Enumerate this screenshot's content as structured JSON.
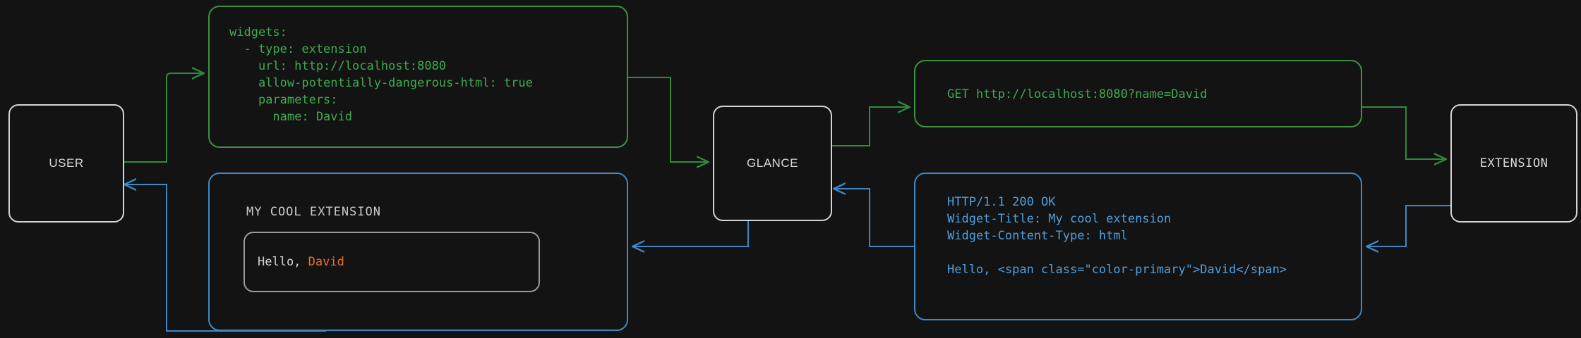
{
  "theme": {
    "background": "#131313",
    "node_border": "#d4d4d4",
    "node_label": "#d8d8d8",
    "request_green": "#3faa4f",
    "request_green_border": "#3d9140",
    "response_blue": "#4f9fe0",
    "response_blue_border": "#3f88c5",
    "accent_orange": "#e8712e",
    "widget_inner_border": "#9a9a9a"
  },
  "nodes": {
    "user": {
      "label": "USER"
    },
    "glance": {
      "label": "GLANCE"
    },
    "extension": {
      "label": "EXTENSION"
    }
  },
  "config_card": {
    "lines": [
      "widgets:",
      "  - type: extension",
      "    url: http://localhost:8080",
      "    allow-potentially-dangerous-html: true",
      "    parameters:",
      "      name: David"
    ]
  },
  "request_card": {
    "lines": [
      "GET http://localhost:8080?name=David"
    ]
  },
  "response_card": {
    "lines": [
      "HTTP/1.1 200 OK",
      "Widget-Title: My cool extension",
      "Widget-Content-Type: html",
      "",
      "Hello, <span class=\"color-primary\">David</span>"
    ]
  },
  "widget_preview": {
    "title": "MY COOL EXTENSION",
    "greeting": "Hello, ",
    "name": "David"
  },
  "flows": {
    "request_direction": "left-to-right",
    "response_direction": "right-to-left"
  }
}
